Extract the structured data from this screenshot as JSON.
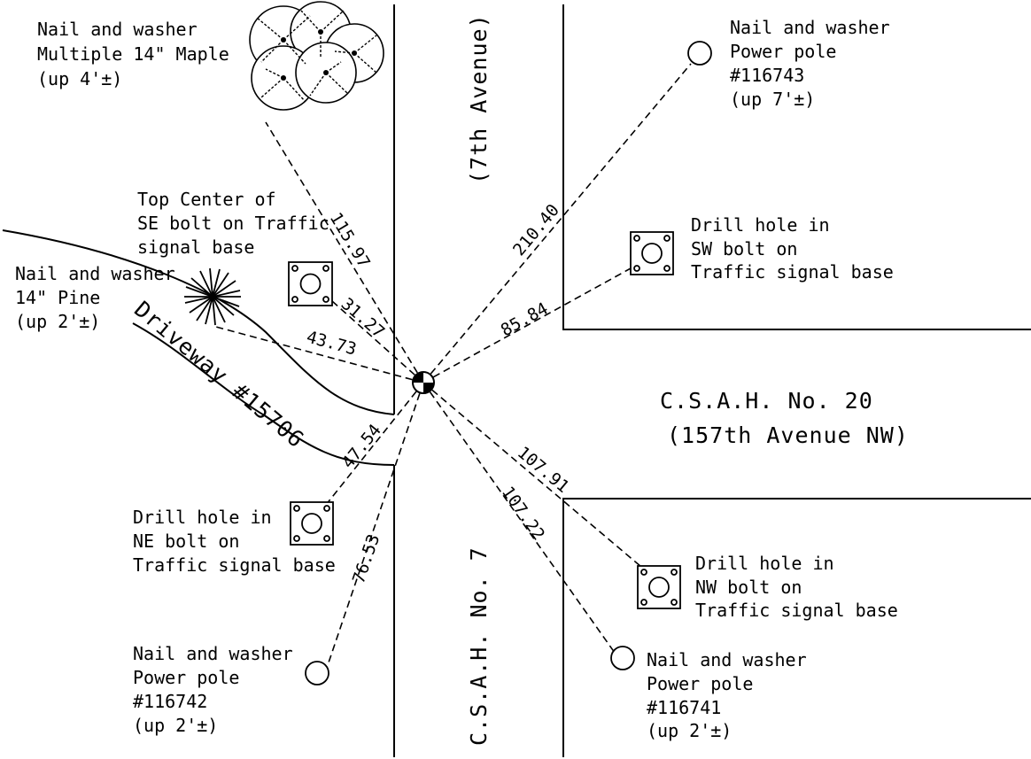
{
  "roads": {
    "seventh_avenue": "(7th Avenue)",
    "csah20_line1": "C.S.A.H.    No.   20",
    "csah20_line2": "(157th Avenue NW)",
    "csah7": "C.S.A.H.      No.      7"
  },
  "driveway_label": "Driveway #15706",
  "references": {
    "maple": [
      "Nail and washer",
      "Multiple 14\" Maple",
      "(up 4'±)"
    ],
    "pine": [
      "Nail and washer",
      "14\" Pine",
      "(up 2'±)"
    ],
    "se_bolt": [
      "Top Center of",
      "SE bolt on Traffic",
      "signal base"
    ],
    "pole_116743": [
      "Nail and washer",
      "Power pole",
      "#116743",
      "(up 7'±)"
    ],
    "sw_bolt": [
      "Drill hole in",
      "SW bolt on",
      "Traffic signal base"
    ],
    "ne_bolt": [
      "Drill hole in",
      "NE bolt on",
      "Traffic signal base"
    ],
    "pole_116742": [
      "Nail and washer",
      "Power pole",
      "#116742",
      "(up 2'±)"
    ],
    "nw_bolt": [
      "Drill hole in",
      "NW bolt on",
      "Traffic signal base"
    ],
    "pole_116741": [
      "Nail and washer",
      "Power pole",
      "#116741",
      "(up 2'±)"
    ]
  },
  "distances": {
    "maple": "115.97",
    "se_bolt": "31.27",
    "pine": "43.73",
    "pole_116743": "210.40",
    "sw_bolt": "85.84",
    "ne_bolt": "47.54",
    "pole_116742": "76.53",
    "nw_bolt": "107.91",
    "pole_116741": "107.22"
  }
}
